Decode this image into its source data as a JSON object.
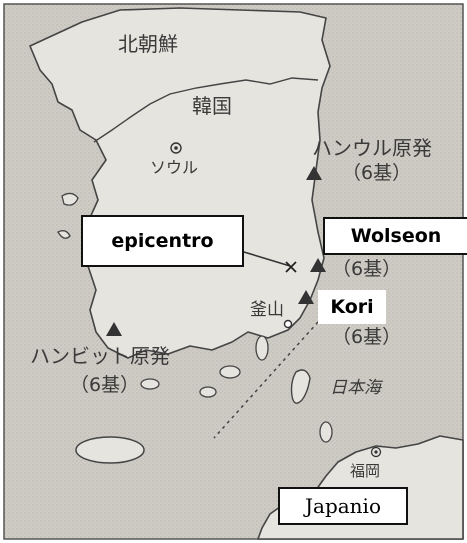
{
  "labels": {
    "north_korea": "北朝鮮",
    "south_korea": "韓国",
    "seoul": "ソウル",
    "busan": "釜山",
    "hanul_plant": "ハンウル原発",
    "hanbit_plant": "ハンビット原発",
    "sea_of_japan": "日本海",
    "fukuoka": "福岡"
  },
  "plant_counts": {
    "hanul": "（6基）",
    "wolseong": "（6基）",
    "kori": "（6基）",
    "hanbit": "（6基）"
  },
  "annotation_boxes": {
    "epicentro": "epicentro",
    "wolseon": "Wolseon",
    "kori": "Kori",
    "japan": "Japanio"
  },
  "colors": {
    "paper": "#e3e1dc",
    "sea": "#c9c6c0",
    "coast_ink": "#444444",
    "marker": "#333333"
  }
}
